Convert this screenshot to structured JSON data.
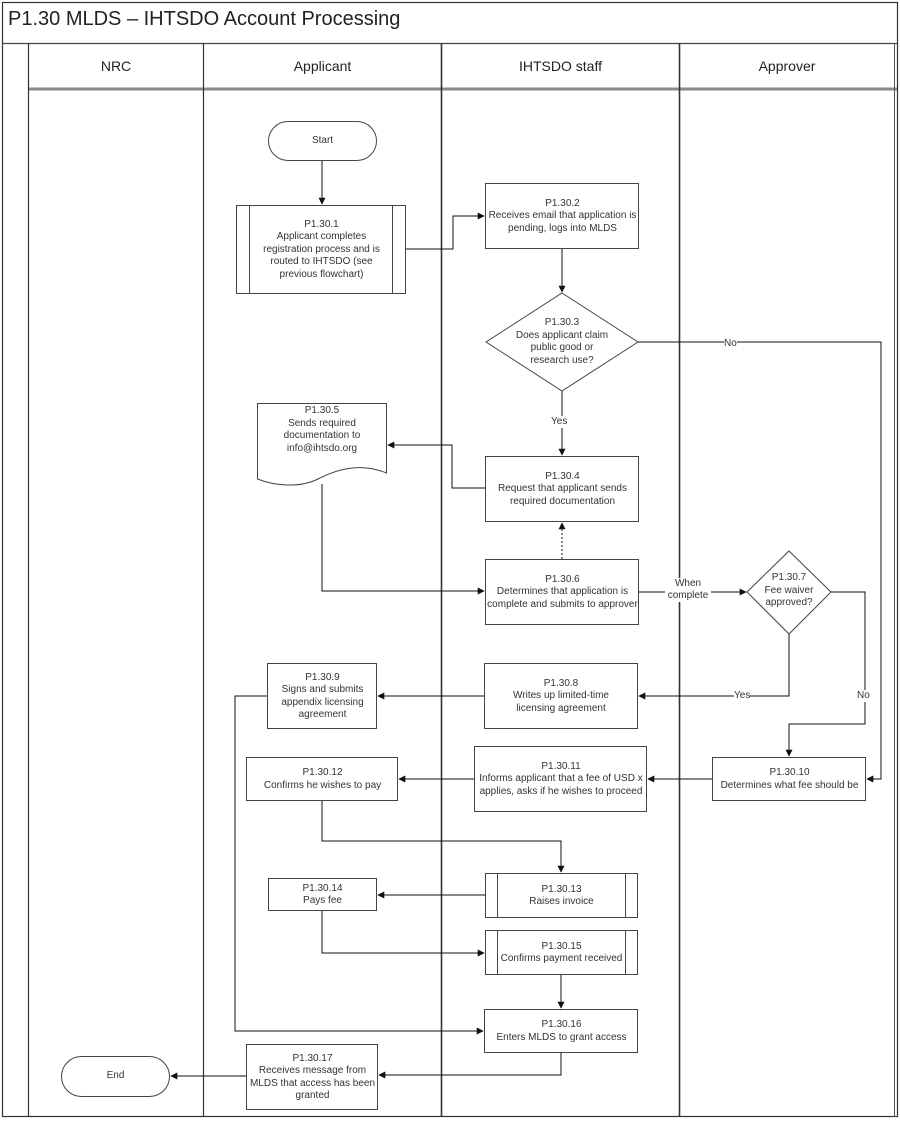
{
  "title": "P1.30 MLDS – IHTSDO Account Processing",
  "lanes": [
    {
      "label": "NRC"
    },
    {
      "label": "Applicant"
    },
    {
      "label": "IHTSDO staff"
    },
    {
      "label": "Approver"
    }
  ],
  "nodes": {
    "start": {
      "type": "terminator",
      "lane": "Applicant",
      "text": "Start"
    },
    "n1": {
      "type": "predefined-process",
      "lane": "Applicant",
      "id": "P1.30.1",
      "text": "Applicant completes registration process and is routed to IHTSDO (see previous flowchart)"
    },
    "n2": {
      "type": "process",
      "lane": "IHTSDO staff",
      "id": "P1.30.2",
      "text": "Receives email that application is pending, logs into MLDS"
    },
    "n3": {
      "type": "decision",
      "lane": "IHTSDO staff",
      "id": "P1.30.3",
      "text": "Does applicant claim public good or research use?"
    },
    "n4": {
      "type": "process",
      "lane": "IHTSDO staff",
      "id": "P1.30.4",
      "text": "Request that applicant sends required documentation"
    },
    "n5": {
      "type": "document",
      "lane": "Applicant",
      "id": "P1.30.5",
      "text": "Sends required documentation to info@ihtsdo.org"
    },
    "n6": {
      "type": "process",
      "lane": "IHTSDO staff",
      "id": "P1.30.6",
      "text": "Determines that application is complete and submits to approver"
    },
    "n7": {
      "type": "decision",
      "lane": "Approver",
      "id": "P1.30.7",
      "text": "Fee waiver approved?"
    },
    "n8": {
      "type": "process",
      "lane": "IHTSDO staff",
      "id": "P1.30.8",
      "text": "Writes up limited-time licensing agreement"
    },
    "n9": {
      "type": "process",
      "lane": "Applicant",
      "id": "P1.30.9",
      "text": "Signs and submits appendix licensing agreement"
    },
    "n10": {
      "type": "process",
      "lane": "Approver",
      "id": "P1.30.10",
      "text": "Determines what fee should be"
    },
    "n11": {
      "type": "process",
      "lane": "IHTSDO staff",
      "id": "P1.30.11",
      "text": "Informs applicant that a fee of USD x applies, asks if he wishes to proceed"
    },
    "n12": {
      "type": "process",
      "lane": "Applicant",
      "id": "P1.30.12",
      "text": "Confirms he wishes to pay"
    },
    "n13": {
      "type": "predefined-process",
      "lane": "IHTSDO staff",
      "id": "P1.30.13",
      "text": "Raises invoice"
    },
    "n14": {
      "type": "process",
      "lane": "Applicant",
      "id": "P1.30.14",
      "text": "Pays fee"
    },
    "n15": {
      "type": "predefined-process",
      "lane": "IHTSDO staff",
      "id": "P1.30.15",
      "text": "Confirms payment received"
    },
    "n16": {
      "type": "process",
      "lane": "IHTSDO staff",
      "id": "P1.30.16",
      "text": "Enters MLDS to grant access"
    },
    "n17": {
      "type": "process",
      "lane": "Applicant",
      "id": "P1.30.17",
      "text": "Receives message from MLDS that access has been granted"
    },
    "end": {
      "type": "terminator",
      "lane": "NRC",
      "text": "End"
    }
  },
  "edges": [
    {
      "from": "start",
      "to": "n1",
      "label": ""
    },
    {
      "from": "n1",
      "to": "n2",
      "label": ""
    },
    {
      "from": "n2",
      "to": "n3",
      "label": ""
    },
    {
      "from": "n3",
      "to": "n4",
      "label": "Yes"
    },
    {
      "from": "n3",
      "to": "n10",
      "label": "No"
    },
    {
      "from": "n4",
      "to": "n5",
      "label": ""
    },
    {
      "from": "n5",
      "to": "n6",
      "label": ""
    },
    {
      "from": "n6",
      "to": "n4",
      "label": "",
      "style": "dotted"
    },
    {
      "from": "n6",
      "to": "n7",
      "label": "When complete"
    },
    {
      "from": "n7",
      "to": "n8",
      "label": "Yes"
    },
    {
      "from": "n7",
      "to": "n10",
      "label": "No"
    },
    {
      "from": "n8",
      "to": "n9",
      "label": ""
    },
    {
      "from": "n9",
      "to": "n16",
      "label": ""
    },
    {
      "from": "n10",
      "to": "n11",
      "label": ""
    },
    {
      "from": "n11",
      "to": "n12",
      "label": ""
    },
    {
      "from": "n12",
      "to": "n13",
      "label": ""
    },
    {
      "from": "n13",
      "to": "n14",
      "label": ""
    },
    {
      "from": "n14",
      "to": "n15",
      "label": ""
    },
    {
      "from": "n15",
      "to": "n16",
      "label": ""
    },
    {
      "from": "n16",
      "to": "n17",
      "label": ""
    },
    {
      "from": "n17",
      "to": "end",
      "label": ""
    }
  ],
  "edge_labels": {
    "n3_no": "No",
    "n3_yes": "Yes",
    "n6_n7": "When complete",
    "n7_yes": "Yes",
    "n7_no": "No"
  }
}
